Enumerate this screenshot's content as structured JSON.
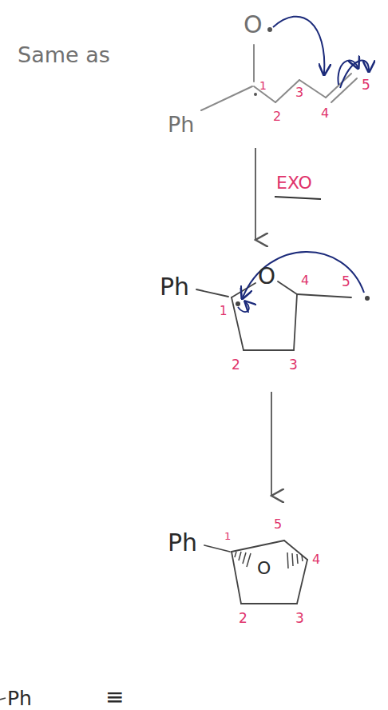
{
  "diagram": {
    "labels": [
      "Same as",
      "O",
      "Ph",
      "1",
      "2",
      "3",
      "4",
      "5",
      "EXO",
      "Ph",
      "O",
      "1",
      "4",
      "5",
      "2",
      "3",
      "Ph",
      "5",
      "1",
      "O",
      "4",
      "2",
      "3",
      "Ph",
      "≡"
    ]
  }
}
